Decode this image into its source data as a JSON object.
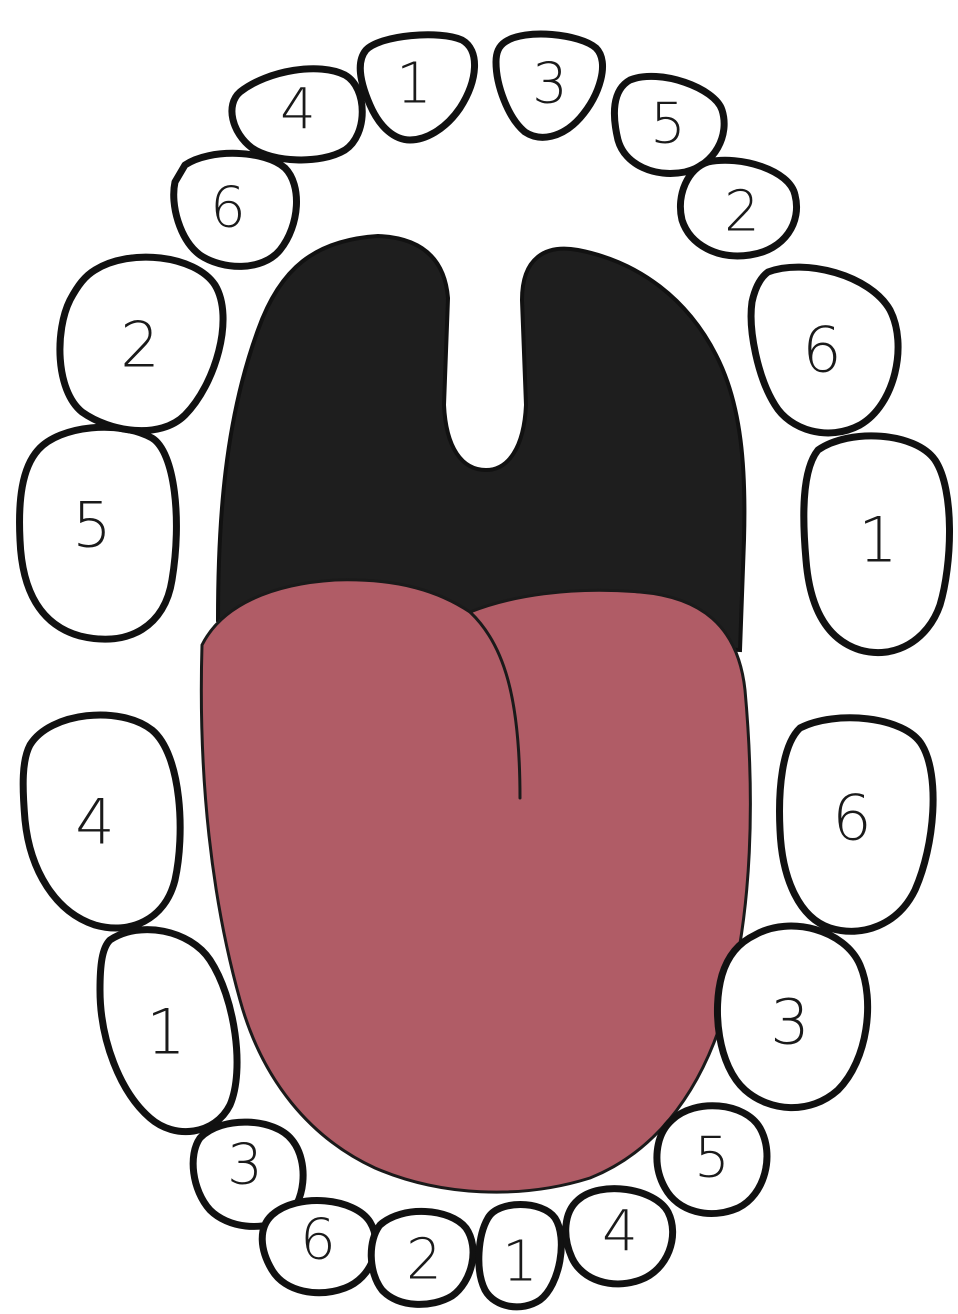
{
  "colors": {
    "background": "#ffffff",
    "outline": "#111111",
    "palate": "#1e1e1e",
    "tongue": "#b05c66",
    "tongue_outline": "#1a1a1a",
    "tooth_fill": "#ffffff",
    "number_color": "#1a1a1a"
  },
  "upper_teeth": [
    "5",
    "2",
    "6",
    "4",
    "1",
    "3",
    "5",
    "2",
    "6",
    "1"
  ],
  "lower_teeth": [
    "4",
    "1",
    "3",
    "6",
    "2",
    "1",
    "4",
    "5",
    "3",
    "6"
  ]
}
